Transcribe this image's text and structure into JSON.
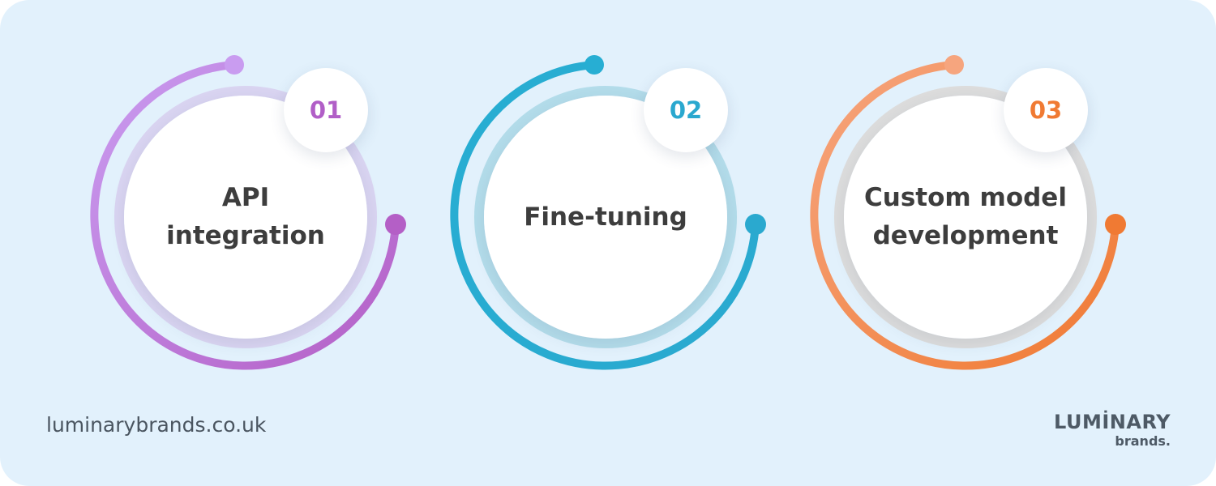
{
  "steps": [
    {
      "number": "01",
      "label": "API integration",
      "colors": {
        "start": "#c99cf0",
        "end": "#b45fc6",
        "inner": "#d9d4f1",
        "number": "#b15ec7"
      }
    },
    {
      "number": "02",
      "label": "Fine-tuning",
      "colors": {
        "start": "#27aed3",
        "end": "#2aa9cf",
        "inner": "#b3dcea",
        "number": "#2aa8cf"
      }
    },
    {
      "number": "03",
      "label": "Custom model development",
      "colors": {
        "start": "#f6a57e",
        "end": "#f07a33",
        "inner": "#dcdcdc",
        "number": "#f07a33"
      }
    }
  ],
  "footer": {
    "url": "luminarybrands.co.uk"
  },
  "brand": {
    "name": "LUMİNARY",
    "sub": "brands."
  },
  "background": "#e2f1fc"
}
